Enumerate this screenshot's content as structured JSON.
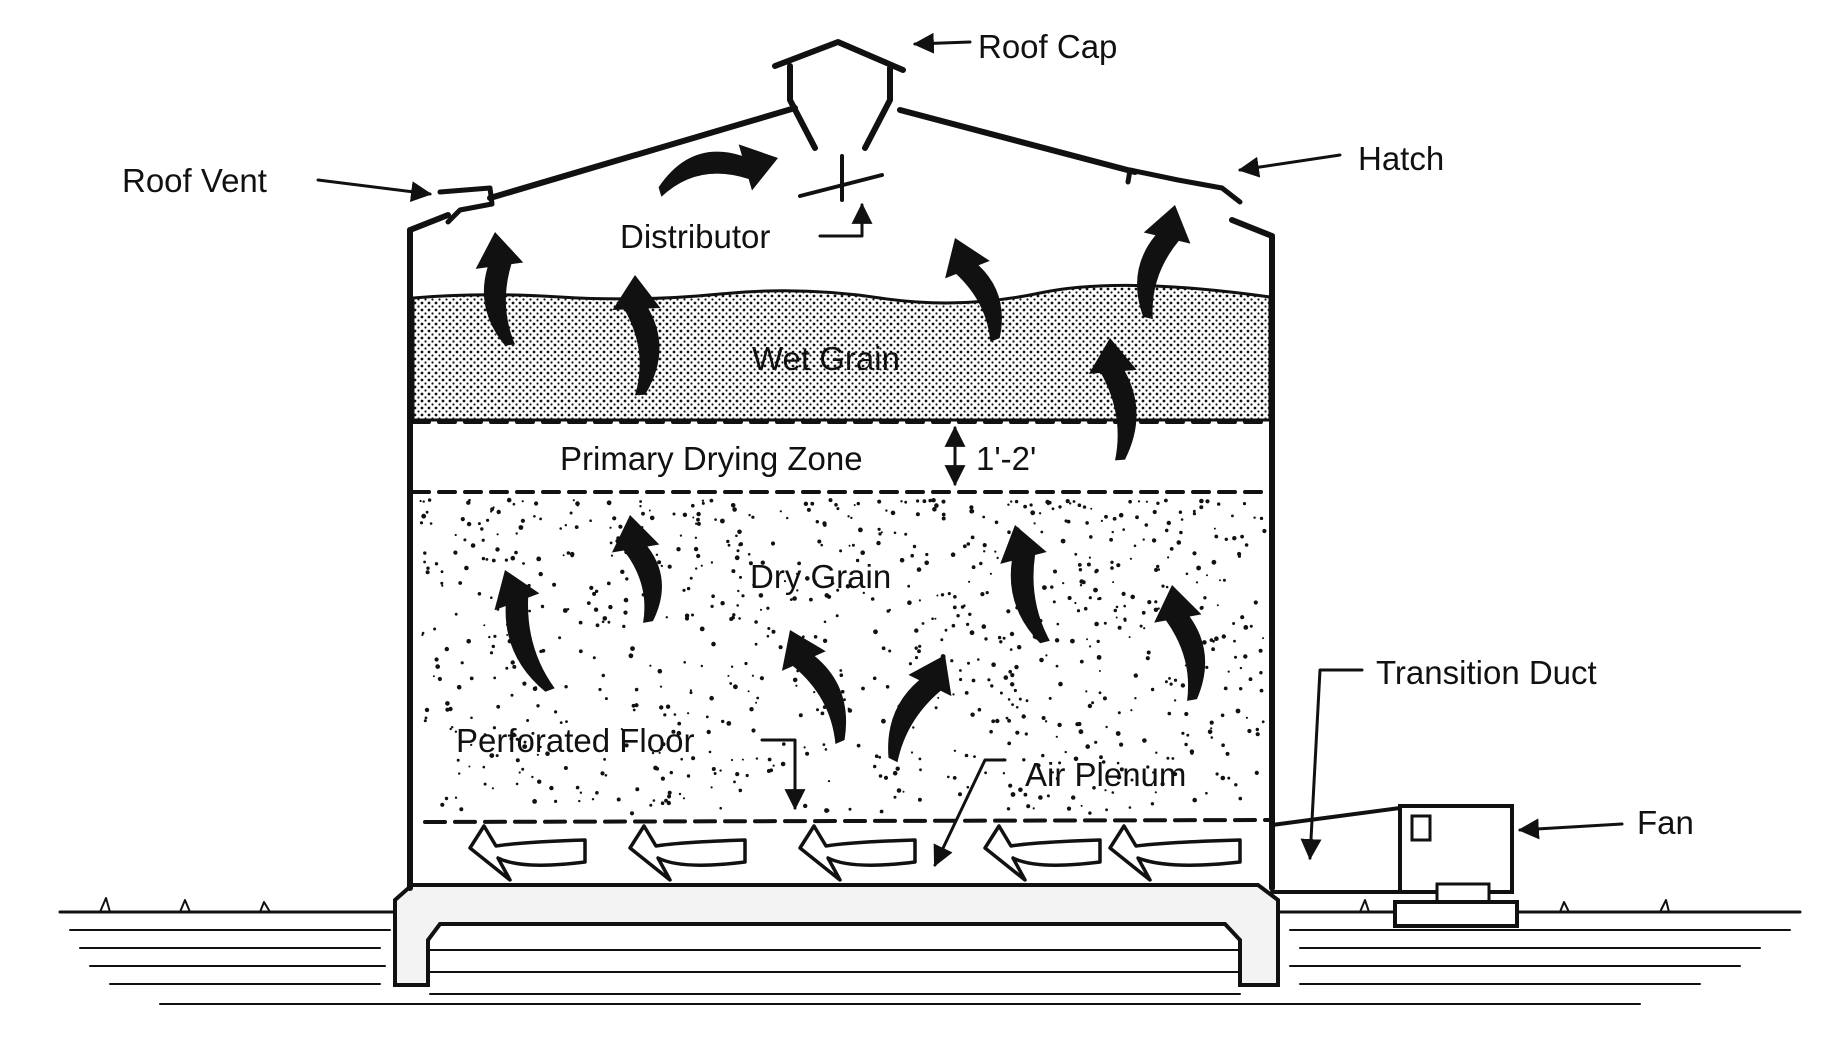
{
  "labels": {
    "roof_cap": "Roof Cap",
    "roof_vent": "Roof Vent",
    "hatch": "Hatch",
    "distributor": "Distributor",
    "wet_grain": "Wet Grain",
    "primary_drying_zone": "Primary Drying Zone",
    "zone_depth": "1'-2'",
    "dry_grain": "Dry Grain",
    "transition_duct": "Transition Duct",
    "perforated_floor": "Perforated Floor",
    "air_plenum": "Air Plenum",
    "fan": "Fan"
  },
  "colors": {
    "ink": "#111111",
    "background": "#ffffff"
  }
}
